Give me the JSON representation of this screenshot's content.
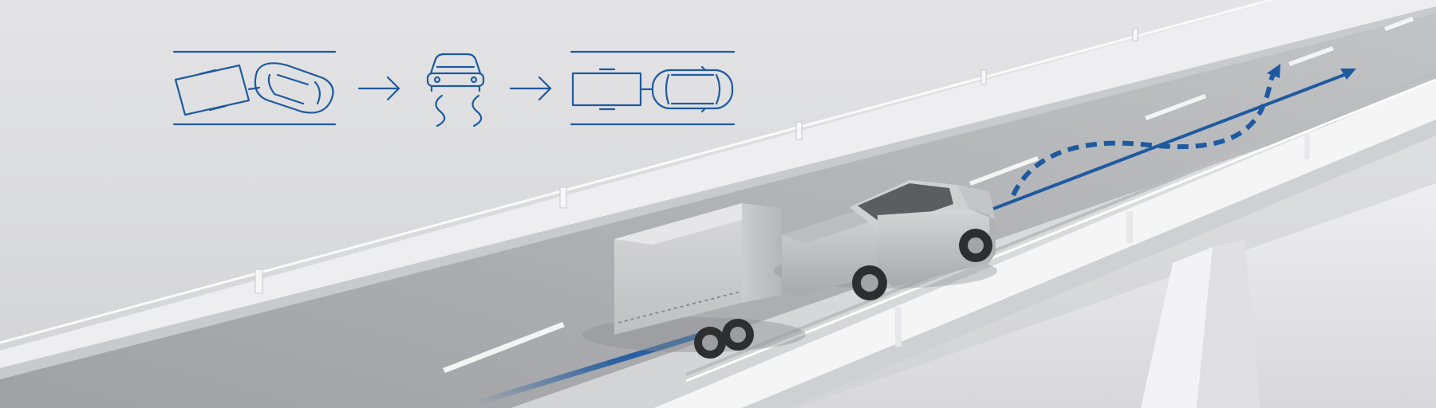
{
  "scene": {
    "subject": "pickup-truck-with-box-trailer",
    "setting": "elevated-highway-bridge",
    "colors": {
      "sky_background": "#dcdcde",
      "road_asphalt": "#a9abae",
      "lane_marking": "#f4f4f4",
      "barrier": "#f2f2f3",
      "bridge_underside": "#e2e2e4",
      "vehicle_silver": "#c6c7c9",
      "accent_blue": "#1f5aa0"
    }
  },
  "illustration": {
    "steps": [
      {
        "icon": "trailer-swaying-icon"
      },
      {
        "icon": "car-skidding-icon"
      },
      {
        "icon": "trailer-stabilized-icon"
      }
    ],
    "arrows": [
      "arrow-right-icon",
      "arrow-right-icon"
    ],
    "line_color": "#1f5aa0"
  },
  "paths": {
    "stabilized_path": "solid",
    "unstable_path": "dashed"
  }
}
